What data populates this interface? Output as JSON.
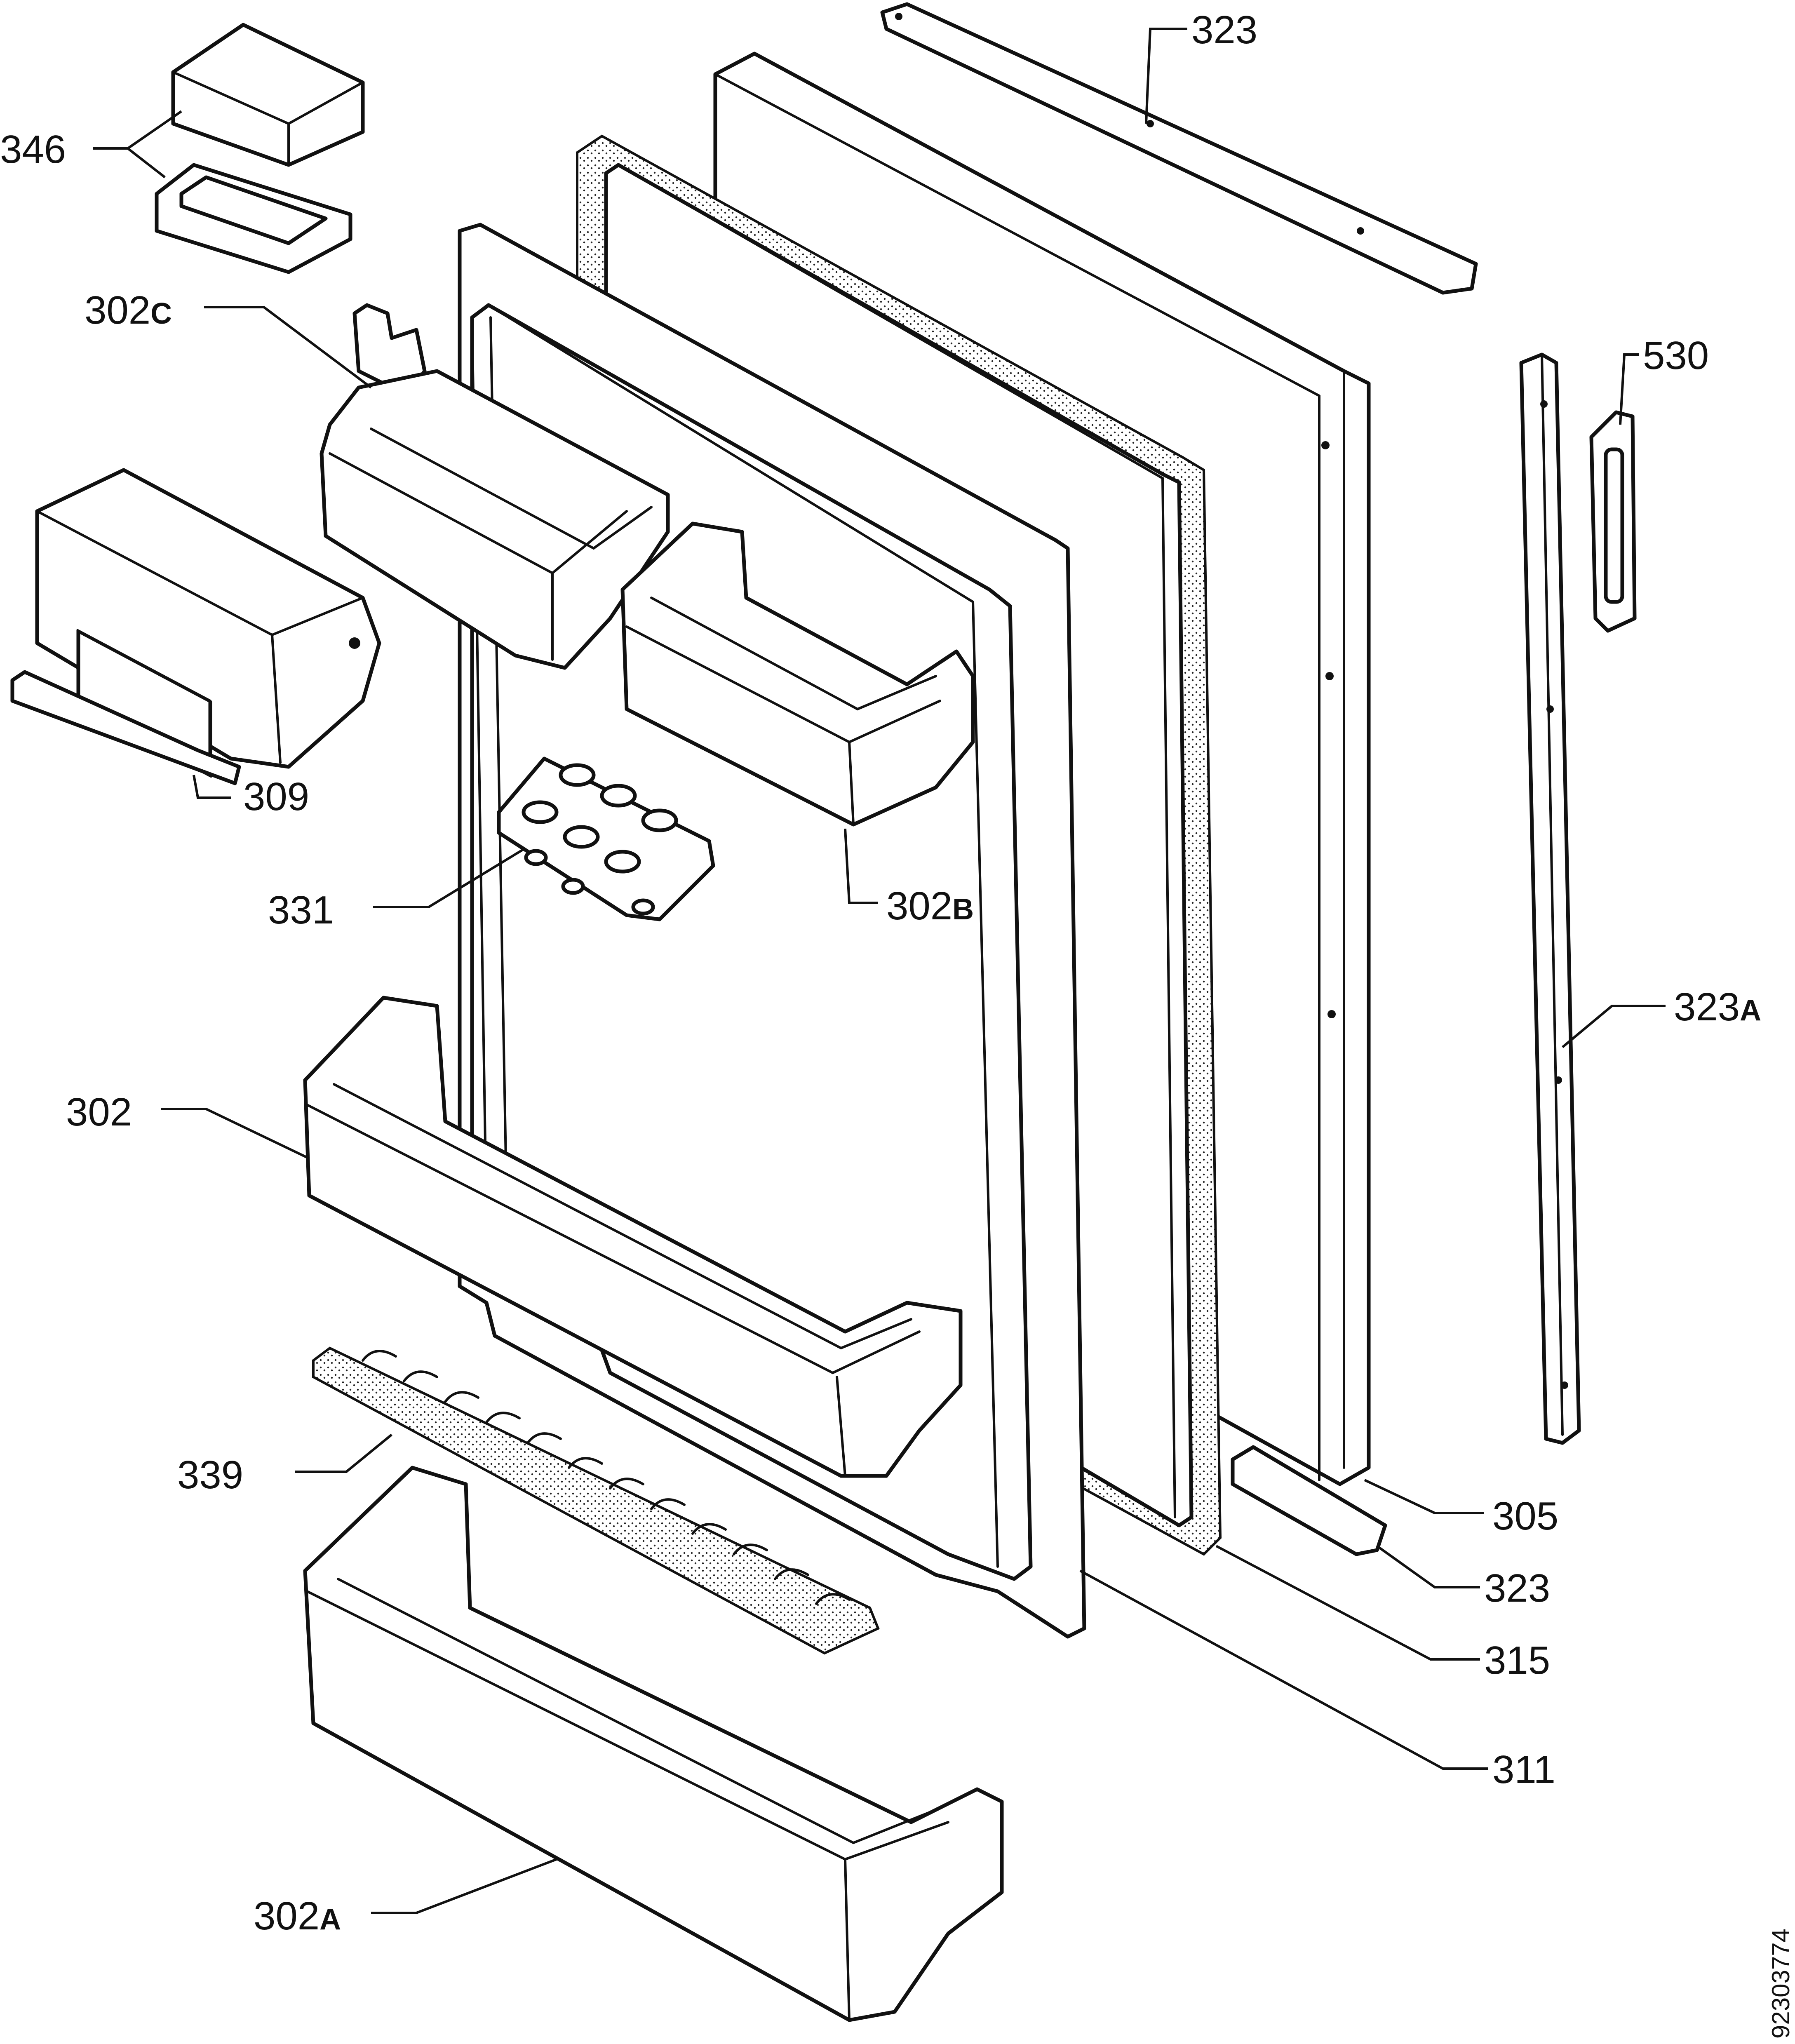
{
  "labels": {
    "p323_top": "323",
    "p346": "346",
    "p302c_num": "302",
    "p302c_suffix": "C",
    "p530": "530",
    "p309": "309",
    "p331": "331",
    "p302b_num": "302",
    "p302b_suffix": "B",
    "p323a_num": "323",
    "p323a_suffix": "A",
    "p302": "302",
    "p339": "339",
    "p305": "305",
    "p323_bottom": "323",
    "p315": "315",
    "p311": "311",
    "p302a_num": "302",
    "p302a_suffix": "A"
  },
  "document_number": "92303774"
}
